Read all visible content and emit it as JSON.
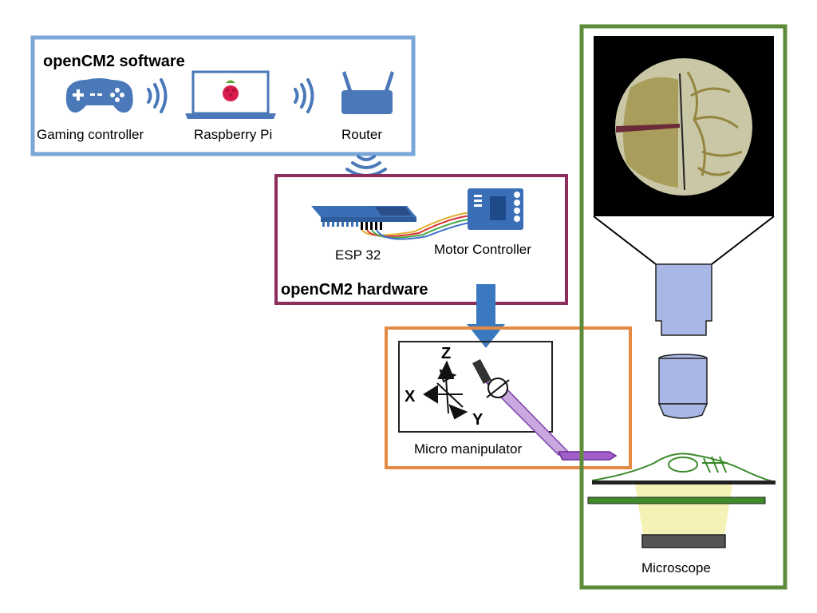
{
  "software": {
    "title": "openCM2 software",
    "gaming_controller": "Gaming controller",
    "raspberry_pi": "Raspberry Pi",
    "router": "Router"
  },
  "hardware": {
    "title": "openCM2 hardware",
    "esp32": "ESP 32",
    "motor_controller": "Motor Controller"
  },
  "manipulator": {
    "label": "Micro manipulator",
    "axis_x": "X",
    "axis_y": "Y",
    "axis_z": "Z"
  },
  "microscope": {
    "label": "Microscope"
  },
  "colors": {
    "software_border": "#7aa6d8",
    "hardware_border": "#8e2c5c",
    "manipulator_border": "#e38a45",
    "microscope_border": "#5e8b3a",
    "device_blue": "#4a78b8",
    "arrow_blue": "#3a78c0",
    "optics_blue": "#a9b7e6"
  }
}
